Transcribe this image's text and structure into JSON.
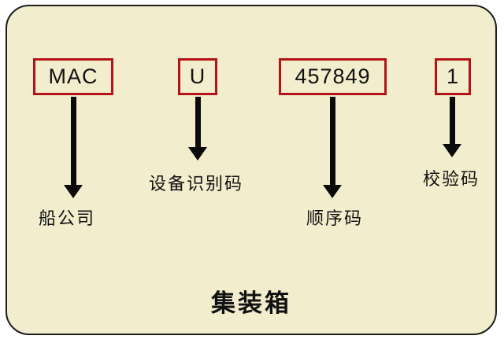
{
  "diagram": {
    "title": "集装箱",
    "segments": [
      {
        "code": "MAC",
        "label": "船公司"
      },
      {
        "code": "U",
        "label": "设备识别码"
      },
      {
        "code": "457849",
        "label": "顺序码"
      },
      {
        "code": "1",
        "label": "校验码"
      }
    ],
    "colors": {
      "panel_background": "#f1edcd",
      "panel_border": "#1c1c1c",
      "box_border": "#b31216",
      "arrow": "#0a0a0a",
      "text": "#111111"
    }
  }
}
